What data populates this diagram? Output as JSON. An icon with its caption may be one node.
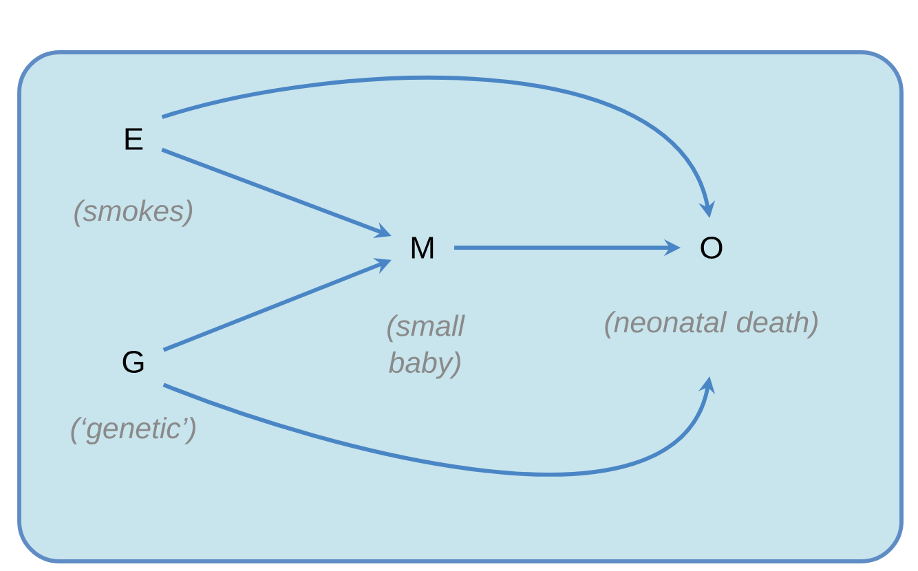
{
  "diagram": {
    "nodes": [
      {
        "text": [
          "E"
        ],
        "beside": [
          "(smokes)"
        ]
      },
      {
        "text": [
          "G"
        ],
        "beside": [
          "(‘genetic’)"
        ]
      },
      {
        "text": [
          "M"
        ],
        "beside": [
          "(small baby)"
        ]
      },
      {
        "text": [
          "O"
        ],
        "beside": [
          "(neonatal death)"
        ]
      }
    ],
    "edges": [
      {
        "from": 0,
        "to": 3,
        "arrow": "to"
      },
      {
        "from": 0,
        "to": 2,
        "arrow": "to"
      },
      {
        "from": 1,
        "to": 2,
        "arrow": "to"
      },
      {
        "from": 2,
        "to": 3,
        "arrow": "to"
      },
      {
        "from": 1,
        "to": 3,
        "arrow": "to"
      }
    ]
  }
}
